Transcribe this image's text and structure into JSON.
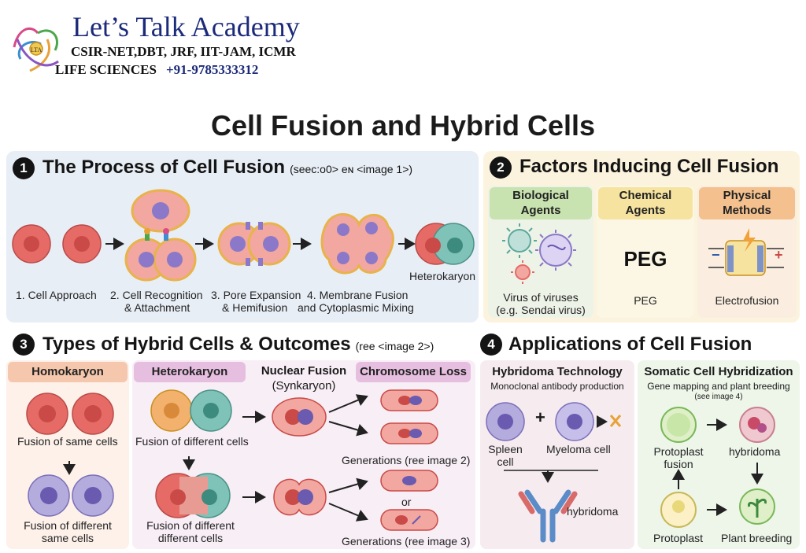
{
  "header": {
    "academy_name": "Let’s Talk Academy",
    "exams": "CSIR-NET,DBT, JRF, IIT-JAM, ICMR",
    "subject": "LIFE SCIENCES",
    "phone": "+91-9785333312"
  },
  "title": "Cell Fusion and Hybrid Cells",
  "sections": {
    "process": {
      "number": "1",
      "title": "The Process of Cell Fusion",
      "note": "(seec:o0> eɴ <image 1>)",
      "steps": [
        "1. Cell Approach",
        "2. Cell Recognition",
        "& Attachment",
        "3. Pore Expansion",
        "& Hemifusion",
        "4. Membrane Fusion",
        "and Cytoplasmic Mixing",
        "Heterokaryon"
      ]
    },
    "factors": {
      "number": "2",
      "title": "Factors Inducing Cell Fusion",
      "biological": {
        "line1": "Biological",
        "line2": "Agents",
        "caption1": "Virus of viruses",
        "caption2": "(e.g. Sendai virus)"
      },
      "chemical": {
        "line1": "Chemical",
        "line2": "Agents",
        "big": "PEG",
        "caption": "PEG"
      },
      "physical": {
        "line1": "Physical",
        "line2": "Methods",
        "caption": "Electrofusion",
        "minus": "−",
        "plus": "+"
      }
    },
    "types": {
      "number": "3",
      "title": "Types of Hybrid Cells & Outcomes",
      "note": "(ree <image 2>)",
      "homokaryon": "Homokaryon",
      "heterokaryon": "Heterokaryon",
      "nuclear_fusion": "Nuclear Fusion",
      "synkaryon": "(Synkaryon)",
      "chromosome_loss": "Chromosome Loss",
      "fusion_same": "Fusion of same cells",
      "fusion_different_same_1": "Fusion of different",
      "fusion_different_same_2": "same cells",
      "fusion_different_cells": "Fusion of different cells",
      "fusion_different_1": "Fusion of different",
      "fusion_different_2": "different cells",
      "generations_2": "Generations (ree image 2)",
      "or": "or",
      "generations_3": "Generations (ree image 3)"
    },
    "applications": {
      "number": "4",
      "title": "Applications of Cell Fusion",
      "hybridoma_title": "Hybridoma Technology",
      "hybridoma_sub": "Monoclonal antibody production",
      "spleen_1": "Spleen",
      "spleen_2": "cell",
      "plus": "+",
      "myeloma": "Myeloma cell",
      "hybridoma_label": "hybridoma",
      "somatic_title": "Somatic Cell Hybridization",
      "somatic_sub_1": "Gene mapping and plant breeding",
      "somatic_sub_2": "(see image 4)",
      "protoplast_fusion_1": "Protoplast",
      "protoplast_fusion_2": "fusion",
      "hybridoma_plant": "hybridoma",
      "protoplast": "Protoplast",
      "plant_breeding": "Plant breeding"
    }
  },
  "colors": {
    "cell_red": "#e66b67",
    "cell_red_light": "#f2a7a0",
    "nucleus_red": "#c94a47",
    "nucleus_purple": "#8b78c8",
    "teal": "#5aa89c",
    "process_bg": "#e8eef6",
    "factors_bg": "#fbf3dd"
  }
}
